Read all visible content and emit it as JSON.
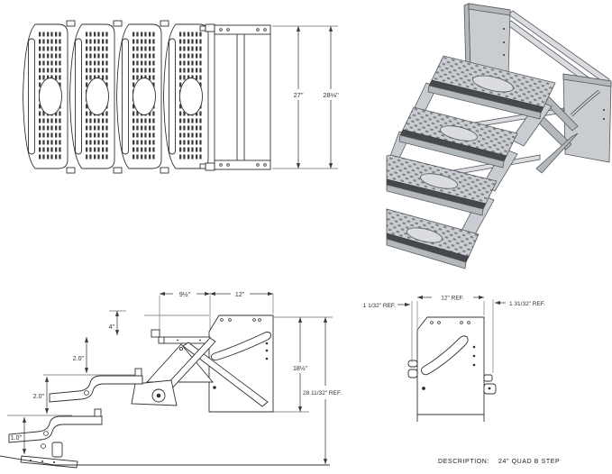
{
  "top_view": {
    "dim_inner_width": "27\"",
    "dim_overall_width": "28⅛\""
  },
  "side_view": {
    "dim_step_depth": "9½\"",
    "dim_mount_depth": "12\"",
    "dim_rise_top": "4\"",
    "dim_rise_mid1": "2.0\"",
    "dim_rise_mid2": "2.0\"",
    "dim_rise_bottom": "1.0\"",
    "dim_mount_height": "18½\"",
    "dim_overall_height": "28 11/32\" REF."
  },
  "detail_view": {
    "dim_width": "12\" REF.",
    "dim_offset_left": "1 1/32\" REF.",
    "dim_offset_right": "1 31/32\" REF."
  },
  "title_block": {
    "description_label": "DESCRIPTION:",
    "description_value": "24\" QUAD B STEP"
  },
  "colors": {
    "line": "#303030",
    "iso_light": "#c9cdd1",
    "iso_mid": "#b3b8bc",
    "iso_dark": "#45484c",
    "background": "#ffffff"
  }
}
